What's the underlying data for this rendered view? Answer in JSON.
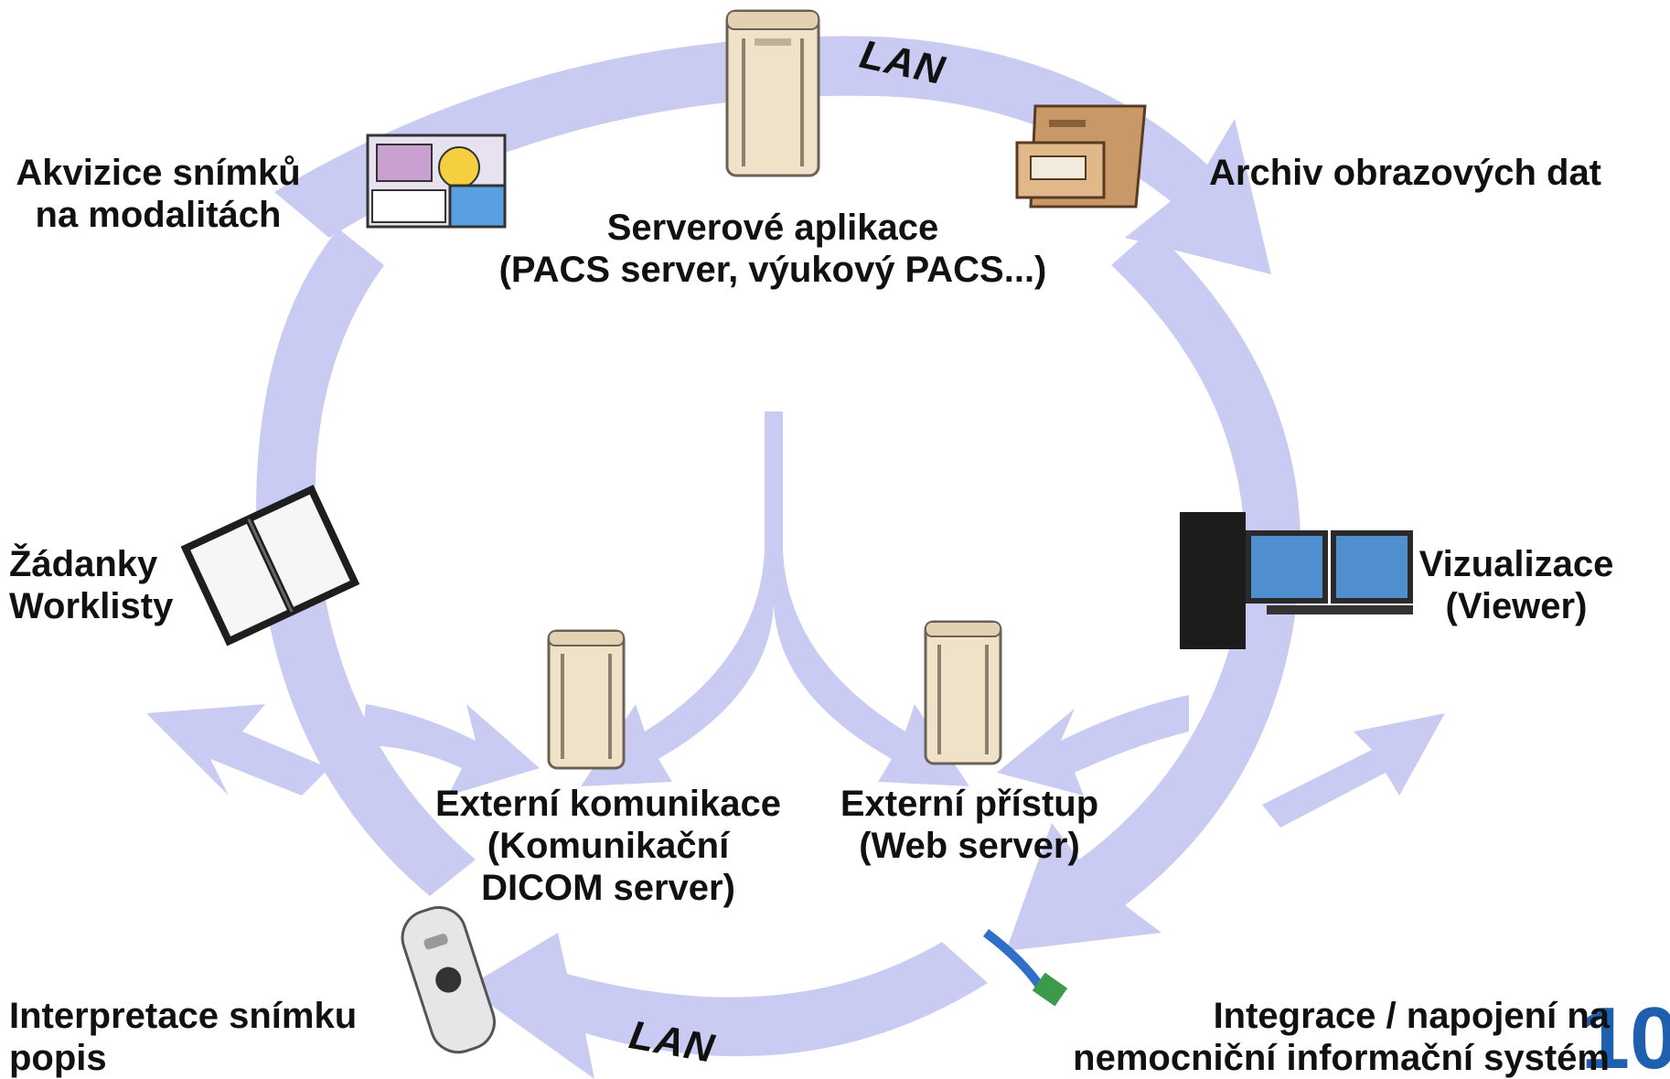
{
  "nodes": {
    "servers": {
      "line1": "Serverové aplikace",
      "line2": "(PACS server, výukový PACS...)"
    },
    "acquisition": {
      "line1": "Akvizice snímků",
      "line2": "na modalitách"
    },
    "archive": {
      "line1": "Archiv obrazových dat"
    },
    "requests": {
      "line1": "Žádanky",
      "line2": "Worklisty"
    },
    "visualization": {
      "line1": "Vizualizace",
      "line2": "(Viewer)"
    },
    "ext_comm": {
      "line1": "Externí komunikace",
      "line2": "(Komunikační",
      "line3": "DICOM server)"
    },
    "ext_access": {
      "line1": "Externí přístup",
      "line2": "(Web server)"
    },
    "interpretation": {
      "line1": "Interpretace snímku",
      "line2": "popis"
    },
    "integration": {
      "line1": "Integrace / napojení na",
      "line2": "nemocniční informační systém"
    }
  },
  "network_labels": {
    "top": "LAN",
    "bottom": "LAN"
  },
  "page_mark": "10",
  "colors": {
    "ring": "#c9cbf3",
    "server_body": "#efe2c8",
    "server_outline": "#6a6256",
    "page_mark": "#1f5fb0"
  },
  "icons": [
    "server-tower-icon",
    "modality-workstation-icon",
    "file-cabinet-icon",
    "open-book-icon",
    "dual-monitor-workstation-icon",
    "dictaphone-icon",
    "network-cable-icon"
  ]
}
